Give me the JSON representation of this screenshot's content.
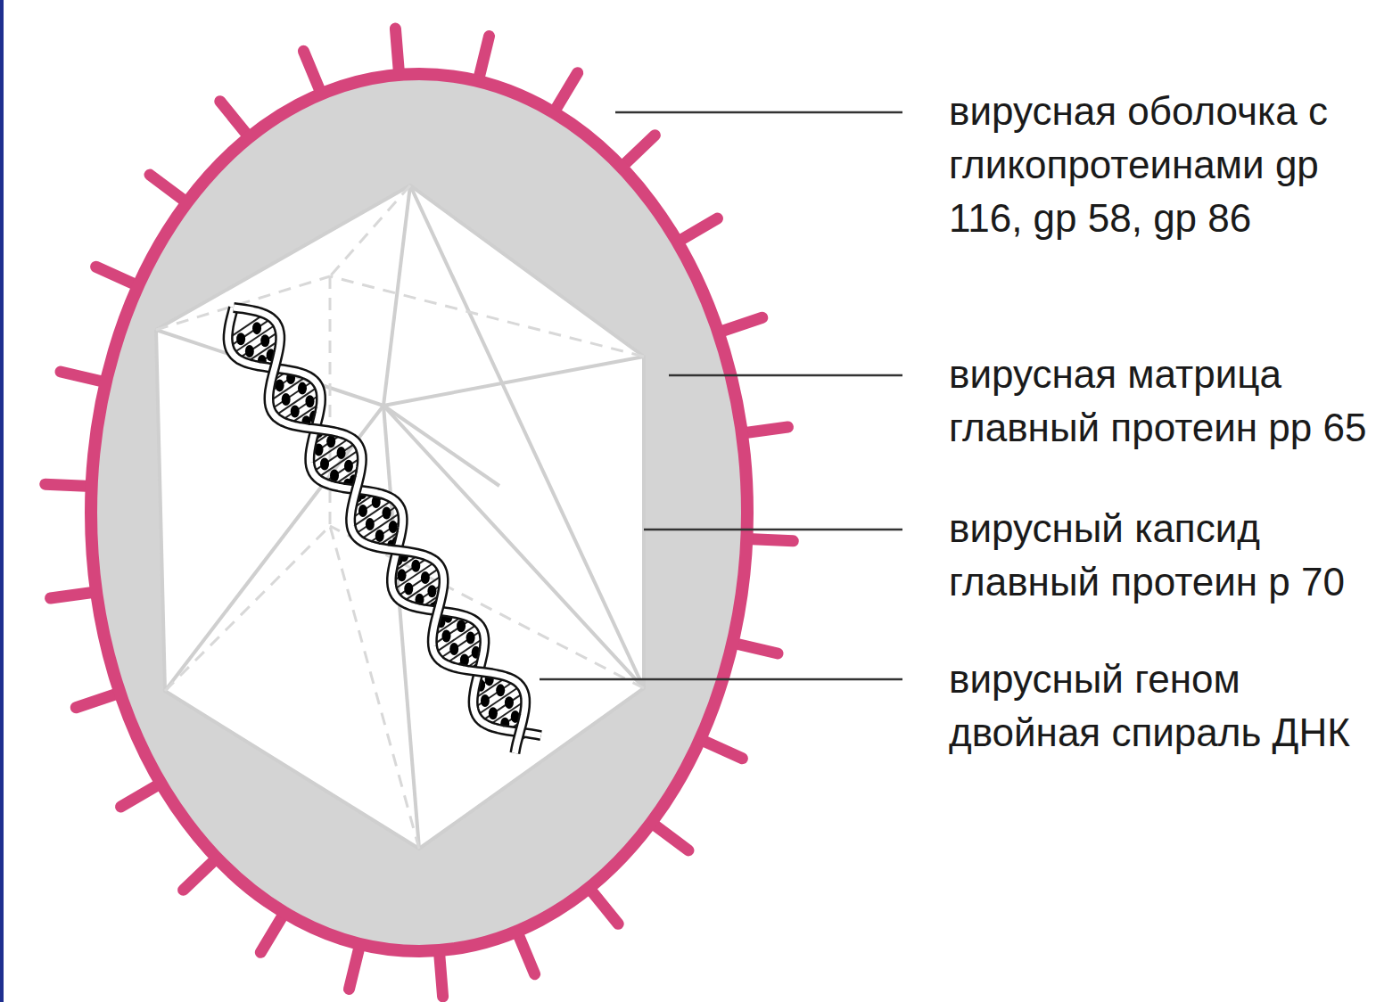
{
  "diagram": {
    "labels": [
      "вирусная оболочка с гликопротеинами gp 116, gp 58, gp 86",
      "вирусная матрица главный протеин pp 65",
      "вирусный капсид главный протеин p 70",
      "вирусный геном двойная спираль ДНК"
    ]
  }
}
